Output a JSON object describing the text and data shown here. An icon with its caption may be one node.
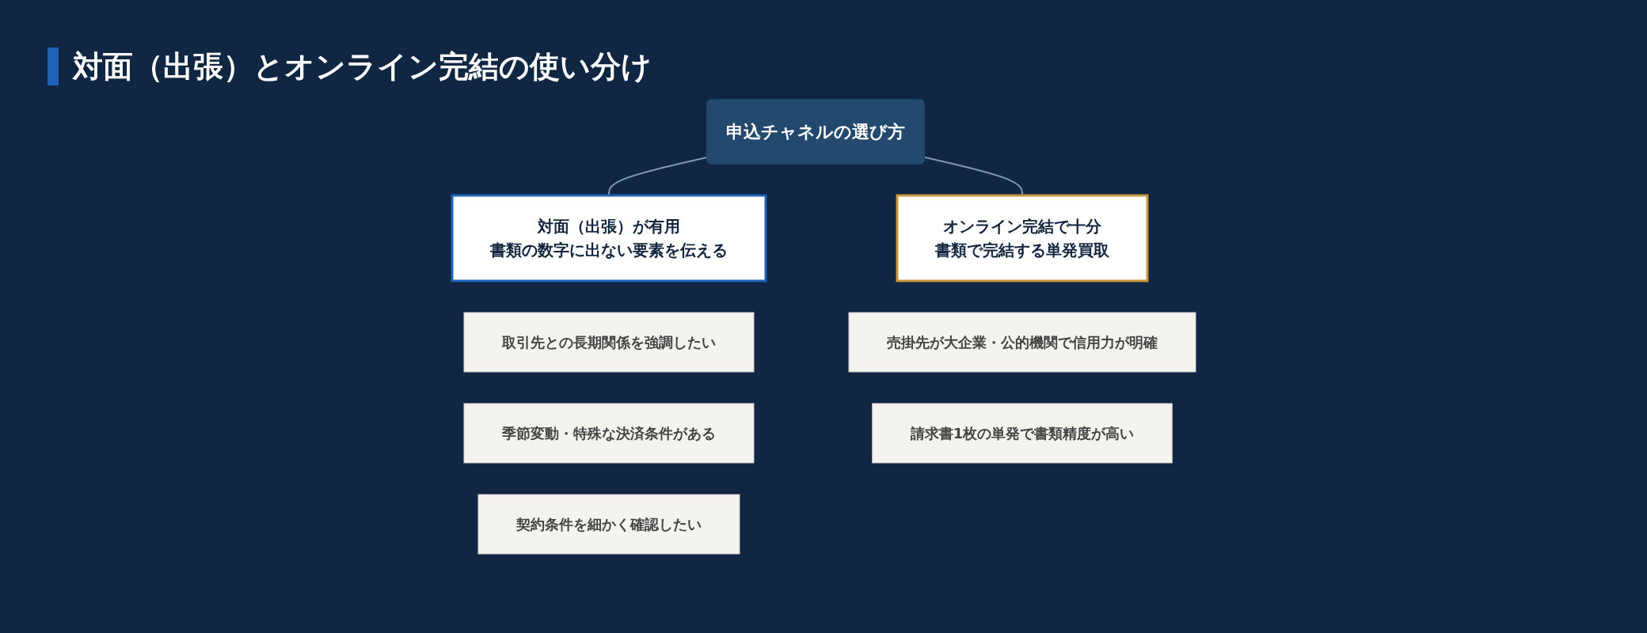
{
  "diagram": {
    "title": "対面（出張）とオンライン完結の使い分け",
    "nodes": [
      {
        "text": [
          "申込チャネルの選び方"
        ]
      },
      {
        "text": [
          "対面（出張）が有用",
          "書類の数字に出ない要素を伝える"
        ]
      },
      {
        "text": [
          "オンライン完結で十分",
          "書類で完結する単発買取"
        ]
      },
      {
        "text": [
          "取引先との長期関係を強調したい"
        ]
      },
      {
        "text": [
          "季節変動・特殊な決済条件がある"
        ]
      },
      {
        "text": [
          "契約条件を細かく確認したい"
        ]
      },
      {
        "text": [
          "売掛先が大企業・公的機関で信用力が明確"
        ]
      },
      {
        "text": [
          "請求書1枚の単発で書類精度が高い"
        ]
      }
    ],
    "edges": [
      {
        "from": 0,
        "to": 1,
        "arrow": "none"
      },
      {
        "from": 0,
        "to": 2,
        "arrow": "none"
      }
    ]
  }
}
